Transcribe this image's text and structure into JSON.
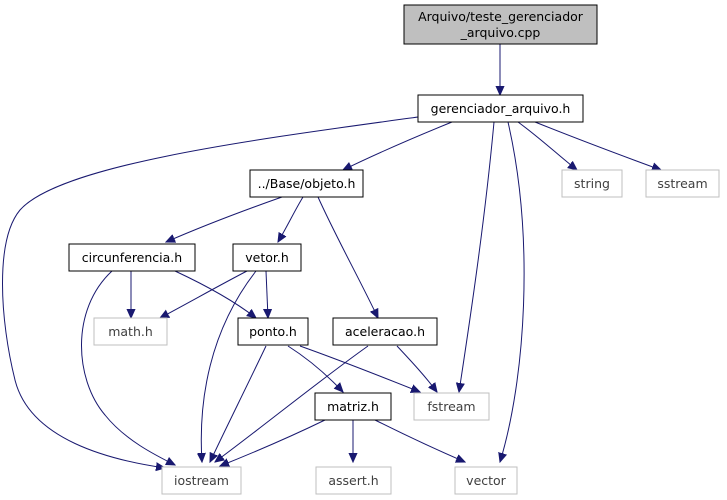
{
  "graph": {
    "colors": {
      "edge": "#191970",
      "root_fill": "#bfbfbf",
      "node_border": "#000000",
      "system_border": "#bfbfbf",
      "system_text": "#3f3f3f",
      "node_text": "#000000"
    },
    "nodes": {
      "root": {
        "line1": "Arquivo/teste_gerenciador",
        "line2": "_arquivo.cpp"
      },
      "gerenciador": "gerenciador_arquivo.h",
      "objeto": "../Base/objeto.h",
      "string": "string",
      "sstream": "sstream",
      "circunferencia": "circunferencia.h",
      "vetor": "vetor.h",
      "math": "math.h",
      "ponto": "ponto.h",
      "aceleracao": "aceleracao.h",
      "matriz": "matriz.h",
      "fstream": "fstream",
      "iostream": "iostream",
      "assert": "assert.h",
      "vector": "vector"
    },
    "edges": [
      [
        "root",
        "gerenciador"
      ],
      [
        "gerenciador",
        "objeto"
      ],
      [
        "gerenciador",
        "string"
      ],
      [
        "gerenciador",
        "sstream"
      ],
      [
        "gerenciador",
        "fstream"
      ],
      [
        "gerenciador",
        "vector"
      ],
      [
        "gerenciador",
        "iostream"
      ],
      [
        "objeto",
        "circunferencia"
      ],
      [
        "objeto",
        "vetor"
      ],
      [
        "objeto",
        "aceleracao"
      ],
      [
        "circunferencia",
        "math"
      ],
      [
        "circunferencia",
        "ponto"
      ],
      [
        "circunferencia",
        "iostream"
      ],
      [
        "vetor",
        "math"
      ],
      [
        "vetor",
        "ponto"
      ],
      [
        "vetor",
        "iostream"
      ],
      [
        "ponto",
        "matriz"
      ],
      [
        "ponto",
        "fstream"
      ],
      [
        "ponto",
        "iostream"
      ],
      [
        "aceleracao",
        "fstream"
      ],
      [
        "aceleracao",
        "iostream"
      ],
      [
        "matriz",
        "iostream"
      ],
      [
        "matriz",
        "assert"
      ],
      [
        "matriz",
        "vector"
      ]
    ]
  }
}
